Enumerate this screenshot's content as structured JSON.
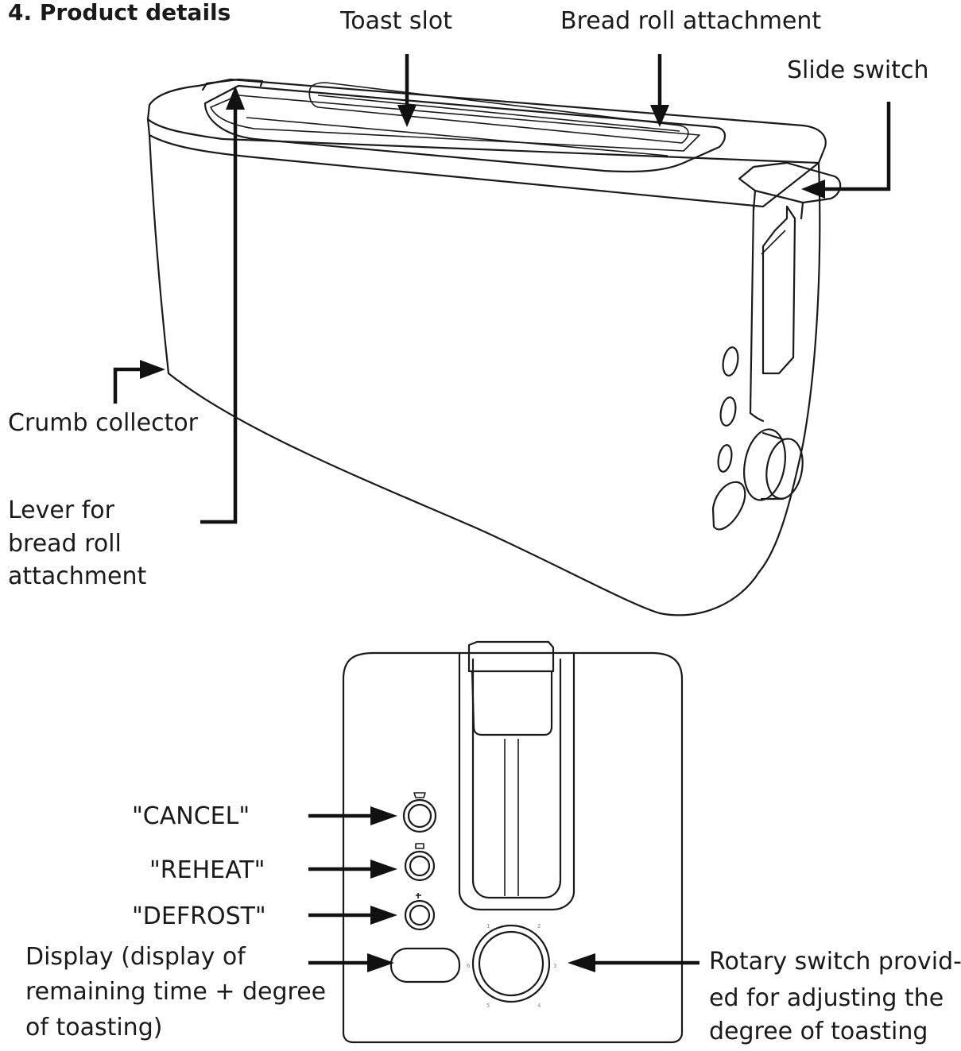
{
  "heading": "4. Product details",
  "labels": {
    "toast_slot": "Toast slot",
    "bread_roll_attachment": "Bread roll attachment",
    "slide_switch": "Slide switch",
    "crumb_collector": "Crumb collector",
    "lever": [
      "Lever for",
      "bread roll",
      "attachment"
    ],
    "cancel": "\"CANCEL\"",
    "reheat": "\"REHEAT\"",
    "defrost": "\"DEFROST\"",
    "display": [
      "Display (display of",
      "remaining time + degree",
      "of toasting)"
    ],
    "rotary": [
      "Rotary switch provid-",
      "ed for adjusting the",
      "degree of toasting"
    ]
  },
  "dial_marks": [
    "1",
    "2",
    "3",
    "4",
    "5",
    "6"
  ],
  "colors": {
    "line": "#1a1a1a",
    "arrow": "#111111",
    "background": "#ffffff"
  }
}
